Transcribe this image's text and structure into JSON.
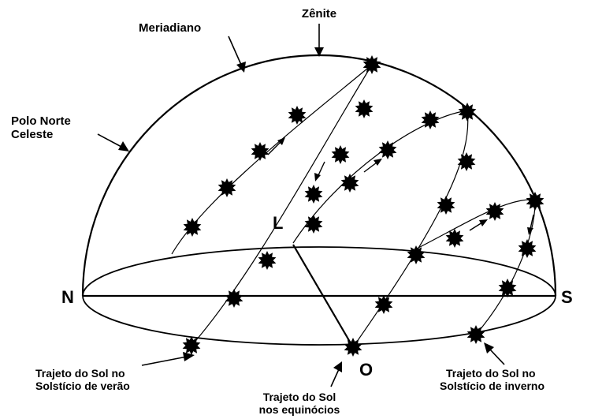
{
  "labels": {
    "zenith": "Zênite",
    "meridian": "Meriadiano",
    "celestial_pole_line1": "Polo Norte",
    "celestial_pole_line2": "Celeste",
    "north": "N",
    "south": "S",
    "east": "L",
    "west": "O",
    "summer_path_line1": "Trajeto do Sol no",
    "summer_path_line2": "Solstício de verão",
    "equinox_path_line1": "Trajeto do Sol",
    "equinox_path_line2": "nos equinócios",
    "winter_path_line1": "Trajeto do Sol no",
    "winter_path_line2": "Solstício de inverno"
  },
  "colors": {
    "line": "#000000",
    "sun": "#000000",
    "background": "#ffffff"
  },
  "icons": {
    "sun": "sun-icon",
    "arrow": "arrow-icon"
  }
}
